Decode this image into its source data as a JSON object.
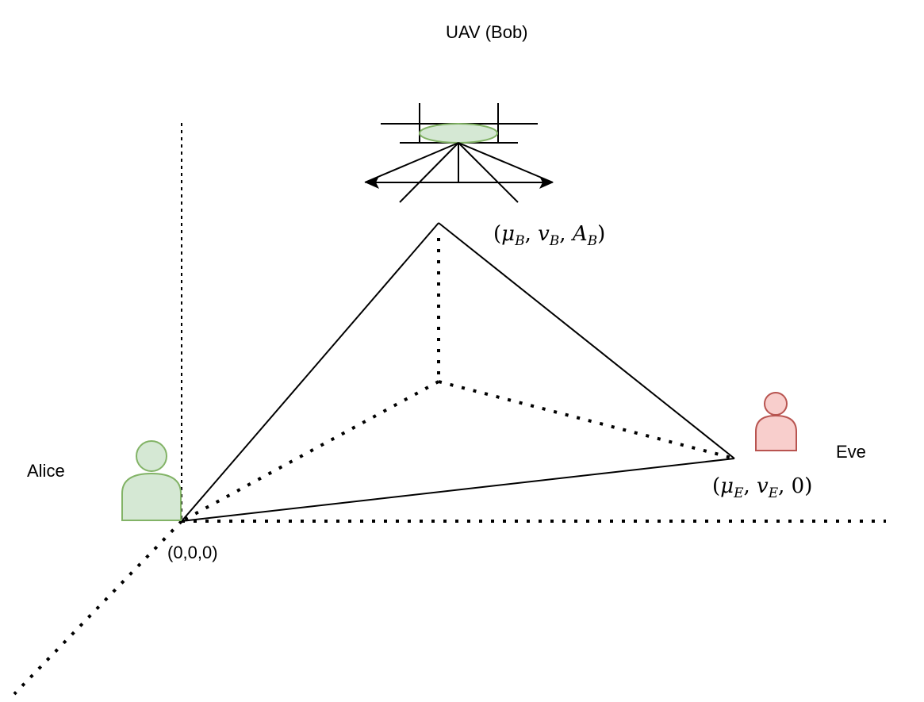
{
  "labels": {
    "uav": "UAV (Bob)",
    "alice": "Alice",
    "eve": "Eve",
    "origin": "(0,0,0)"
  },
  "math": {
    "bob_position": {
      "mu": "μ",
      "mu_sub": "B",
      "v": "v",
      "v_sub": "B",
      "a": "A",
      "a_sub": "B"
    },
    "eve_position": {
      "mu": "μ",
      "mu_sub": "E",
      "v": "v",
      "v_sub": "E",
      "z": "0"
    }
  },
  "colors": {
    "alice_fill": "#d5e8d4",
    "alice_stroke": "#82b366",
    "eve_fill": "#f8cecc",
    "eve_stroke": "#b85450",
    "uav_body_fill": "#d5e8d4",
    "uav_body_stroke": "#82b366",
    "line": "#000000"
  },
  "icons": {
    "alice": "user-icon",
    "eve": "user-icon",
    "uav": "drone-icon"
  }
}
